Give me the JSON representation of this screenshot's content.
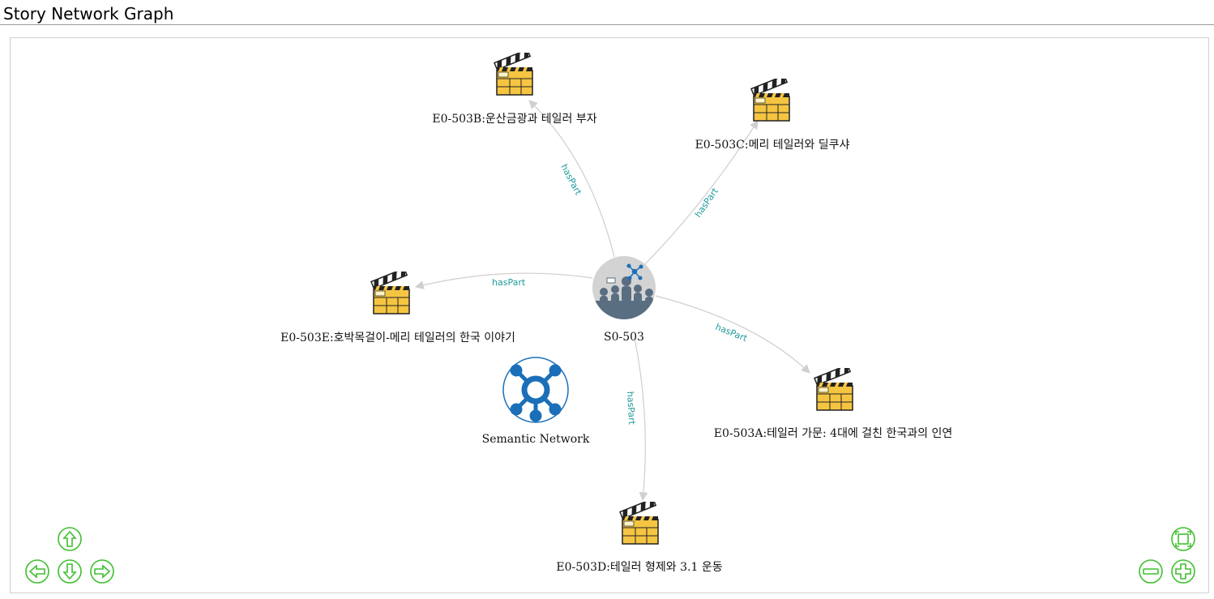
{
  "header": {
    "title": "Story Network Graph"
  },
  "graph": {
    "center": {
      "id": "S0-503",
      "label": "S0-503",
      "icon": "story-people-icon"
    },
    "legend": {
      "label": "Semantic Network",
      "icon": "semantic-network-icon"
    },
    "edge_label": "hasPart",
    "episodes": [
      {
        "id": "E0-503B",
        "label": "E0-503B:운산금광과 테일러 부자",
        "icon": "clapperboard-icon"
      },
      {
        "id": "E0-503C",
        "label": "E0-503C:메리 테일러와 딜쿠샤",
        "icon": "clapperboard-icon"
      },
      {
        "id": "E0-503E",
        "label": "E0-503E:호박목걸이-메리 테일러의 한국 이야기",
        "icon": "clapperboard-icon"
      },
      {
        "id": "E0-503A",
        "label": "E0-503A:테일러 가문: 4대에 걸친 한국과의 인연",
        "icon": "clapperboard-icon"
      },
      {
        "id": "E0-503D",
        "label": "E0-503D:테일러 형제와 3.1 운동",
        "icon": "clapperboard-icon"
      }
    ],
    "edges": [
      {
        "from": "S0-503",
        "to": "E0-503B",
        "label": "hasPart"
      },
      {
        "from": "S0-503",
        "to": "E0-503C",
        "label": "hasPart"
      },
      {
        "from": "S0-503",
        "to": "E0-503E",
        "label": "hasPart"
      },
      {
        "from": "S0-503",
        "to": "E0-503A",
        "label": "hasPart"
      },
      {
        "from": "S0-503",
        "to": "E0-503D",
        "label": "hasPart"
      }
    ]
  },
  "controls": {
    "pan_up": "arrow-up-icon",
    "pan_left": "arrow-left-icon",
    "pan_down": "arrow-down-icon",
    "pan_right": "arrow-right-icon",
    "fit": "fit-to-screen-icon",
    "zoom_out": "zoom-out-icon",
    "zoom_in": "zoom-in-icon"
  },
  "colors": {
    "control_green": "#3fbf2f",
    "edge_gray": "#cfcfcf",
    "edge_label_teal": "#1f9a9a",
    "center_bg": "#d3d3d3",
    "center_people": "#5a6e82",
    "semantic_blue": "#1a6fb8",
    "clapper_yellow": "#f5c542"
  }
}
